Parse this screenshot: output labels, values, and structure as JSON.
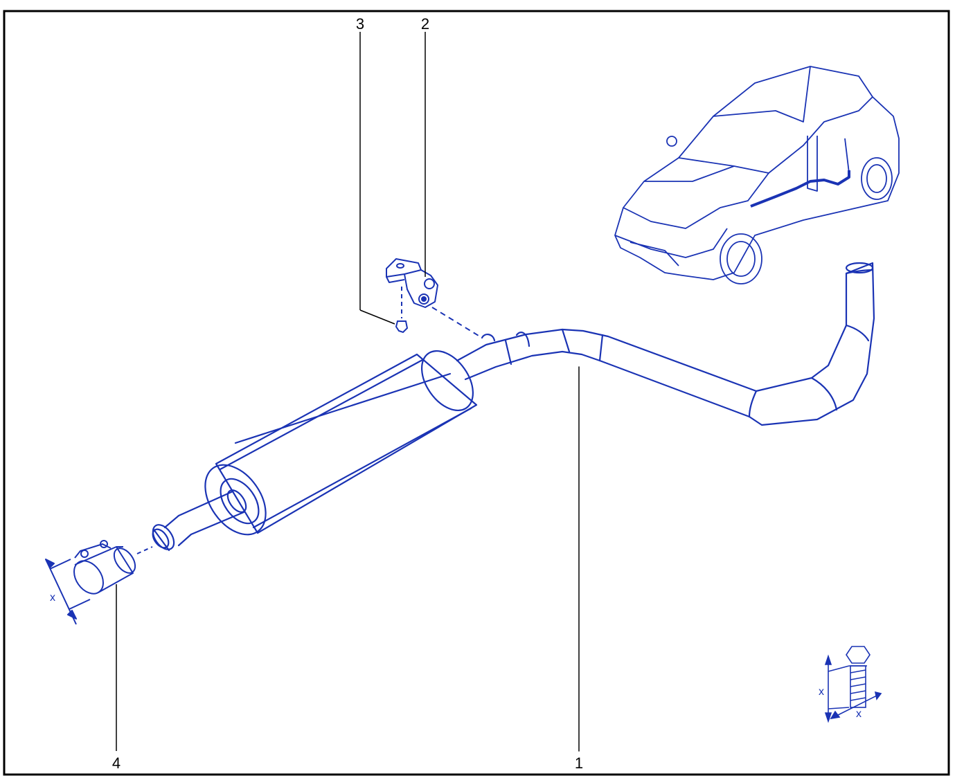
{
  "colors": {
    "line_art": "#1a33b4",
    "frame": "#000000",
    "background": "#ffffff",
    "callout": "#000000"
  },
  "callouts": [
    {
      "id": "1",
      "label": "1"
    },
    {
      "id": "2",
      "label": "2"
    },
    {
      "id": "3",
      "label": "3"
    },
    {
      "id": "4",
      "label": "4"
    }
  ],
  "dimensions": {
    "clamp_diameter_label": "x",
    "bolt_length_label": "x",
    "bolt_thread_label": "x"
  },
  "parts": [
    {
      "callout": "1",
      "name": "exhaust-pipe-with-silencer"
    },
    {
      "callout": "2",
      "name": "exhaust-mounting-bracket"
    },
    {
      "callout": "3",
      "name": "mounting-bolt"
    },
    {
      "callout": "4",
      "name": "exhaust-clamp"
    }
  ],
  "icons": [
    "vehicle-location-icon",
    "bolt-dimension-icon"
  ]
}
